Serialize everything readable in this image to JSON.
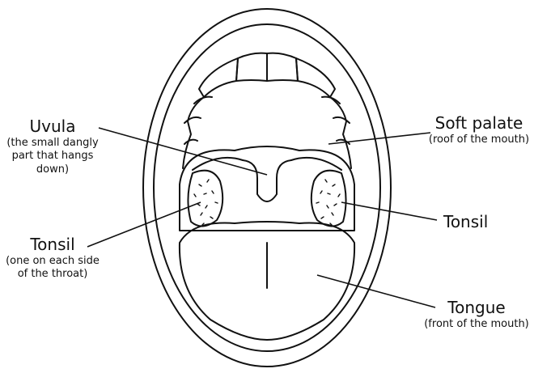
{
  "labels": {
    "uvula": {
      "title": "Uvula",
      "note": [
        "(the small dangly",
        "part that hangs",
        "down)"
      ]
    },
    "soft_palate": {
      "title": "Soft palate",
      "note": [
        "(roof of the mouth)"
      ]
    },
    "tonsil_left": {
      "title": "Tonsil",
      "note": [
        "(one on each side",
        "of the throat)"
      ]
    },
    "tonsil_right": {
      "title": "Tonsil"
    },
    "tongue": {
      "title": "Tongue",
      "note": [
        "(front of the mouth)"
      ]
    }
  },
  "colors": {
    "line": "#111111",
    "fill": "#ffffff"
  }
}
